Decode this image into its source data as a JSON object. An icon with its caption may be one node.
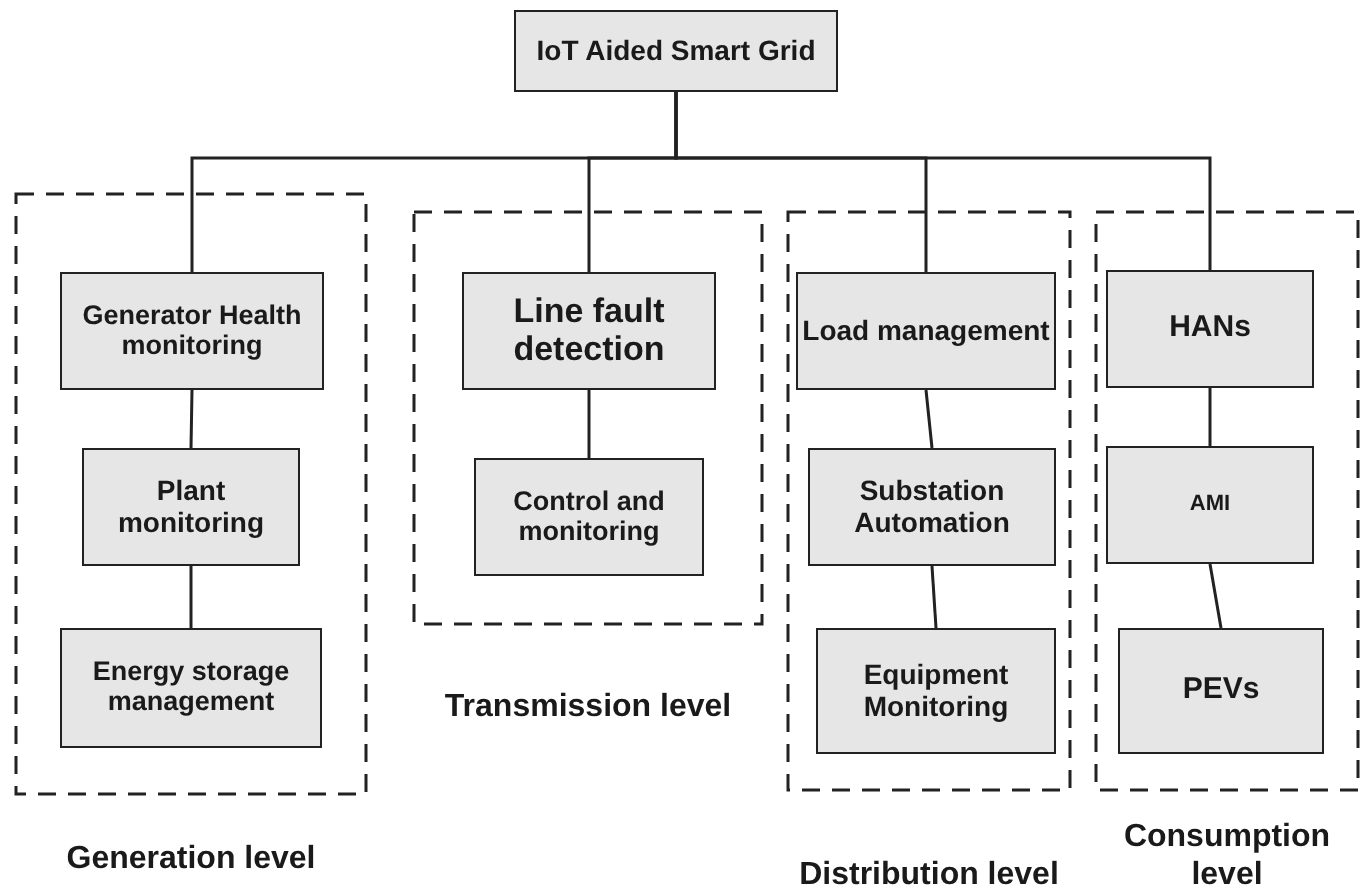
{
  "diagram": {
    "nodes": [
      {
        "text": [
          "IoT Aided Smart Grid"
        ]
      },
      {
        "text": [
          "Generation level"
        ]
      },
      {
        "text": [
          "Generator Health monitoring"
        ],
        "in": 1
      },
      {
        "text": [
          "Plant monitoring"
        ],
        "in": 1
      },
      {
        "text": [
          "Energy storage management"
        ],
        "in": 1
      },
      {
        "text": [
          "Transmission level"
        ]
      },
      {
        "text": [
          "Line fault detection"
        ],
        "in": 5
      },
      {
        "text": [
          "Control and monitoring"
        ],
        "in": 5
      },
      {
        "text": [
          "Distribution level"
        ]
      },
      {
        "text": [
          "Load management"
        ],
        "in": 8
      },
      {
        "text": [
          "Substation Automation"
        ],
        "in": 8
      },
      {
        "text": [
          "Equipment Monitoring"
        ],
        "in": 8
      },
      {
        "text": [
          "Consumption level"
        ]
      },
      {
        "text": [
          "HANs"
        ],
        "in": 12
      },
      {
        "text": [
          "AMI"
        ],
        "in": 12
      },
      {
        "text": [
          "PEVs"
        ],
        "in": 12
      }
    ],
    "edges": [
      {
        "from": 0,
        "to": 2,
        "arrow": "none"
      },
      {
        "from": 0,
        "to": 6,
        "arrow": "none"
      },
      {
        "from": 0,
        "to": 9,
        "arrow": "none"
      },
      {
        "from": 0,
        "to": 13,
        "arrow": "none"
      },
      {
        "from": 2,
        "to": 3,
        "arrow": "none"
      },
      {
        "from": 3,
        "to": 4,
        "arrow": "none"
      },
      {
        "from": 6,
        "to": 7,
        "arrow": "none"
      },
      {
        "from": 9,
        "to": 10,
        "arrow": "none"
      },
      {
        "from": 10,
        "to": 11,
        "arrow": "none"
      },
      {
        "from": 13,
        "to": 14,
        "arrow": "none"
      },
      {
        "from": 14,
        "to": 15,
        "arrow": "none"
      }
    ]
  }
}
